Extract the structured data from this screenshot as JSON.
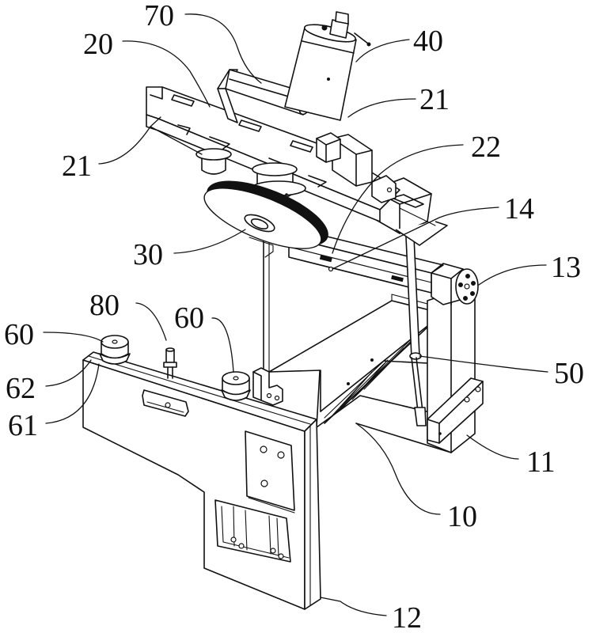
{
  "figure": {
    "type": "patent mechanical line drawing",
    "background_color": "#ffffff",
    "line_color": "#111111"
  },
  "labels": {
    "l70": "70",
    "l20": "20",
    "l40": "40",
    "l21_right": "21",
    "l21_left": "21",
    "l22": "22",
    "l14": "14",
    "l30": "30",
    "l13": "13",
    "l80": "80",
    "l60_left": "60",
    "l60_mid": "60",
    "l62": "62",
    "l61": "61",
    "l50": "50",
    "l11": "11",
    "l10": "10",
    "l12": "12"
  },
  "components": [
    {
      "ref": "10",
      "part": "base frame"
    },
    {
      "ref": "11",
      "part": "right support column"
    },
    {
      "ref": "12",
      "part": "front side plate"
    },
    {
      "ref": "13",
      "part": "rotary motor"
    },
    {
      "ref": "14",
      "part": "pivot arm"
    },
    {
      "ref": "20",
      "part": "tilting mounting plate"
    },
    {
      "ref": "21",
      "part": "plate mounting slots"
    },
    {
      "ref": "22",
      "part": "pivot bracket"
    },
    {
      "ref": "30",
      "part": "polishing disc"
    },
    {
      "ref": "40",
      "part": "spindle motor"
    },
    {
      "ref": "50",
      "part": "gas spring"
    },
    {
      "ref": "60",
      "part": "adjustable foot"
    },
    {
      "ref": "61",
      "part": "foot base"
    },
    {
      "ref": "62",
      "part": "foot nut"
    },
    {
      "ref": "70",
      "part": "handle bar"
    },
    {
      "ref": "80",
      "part": "limit pin"
    }
  ]
}
